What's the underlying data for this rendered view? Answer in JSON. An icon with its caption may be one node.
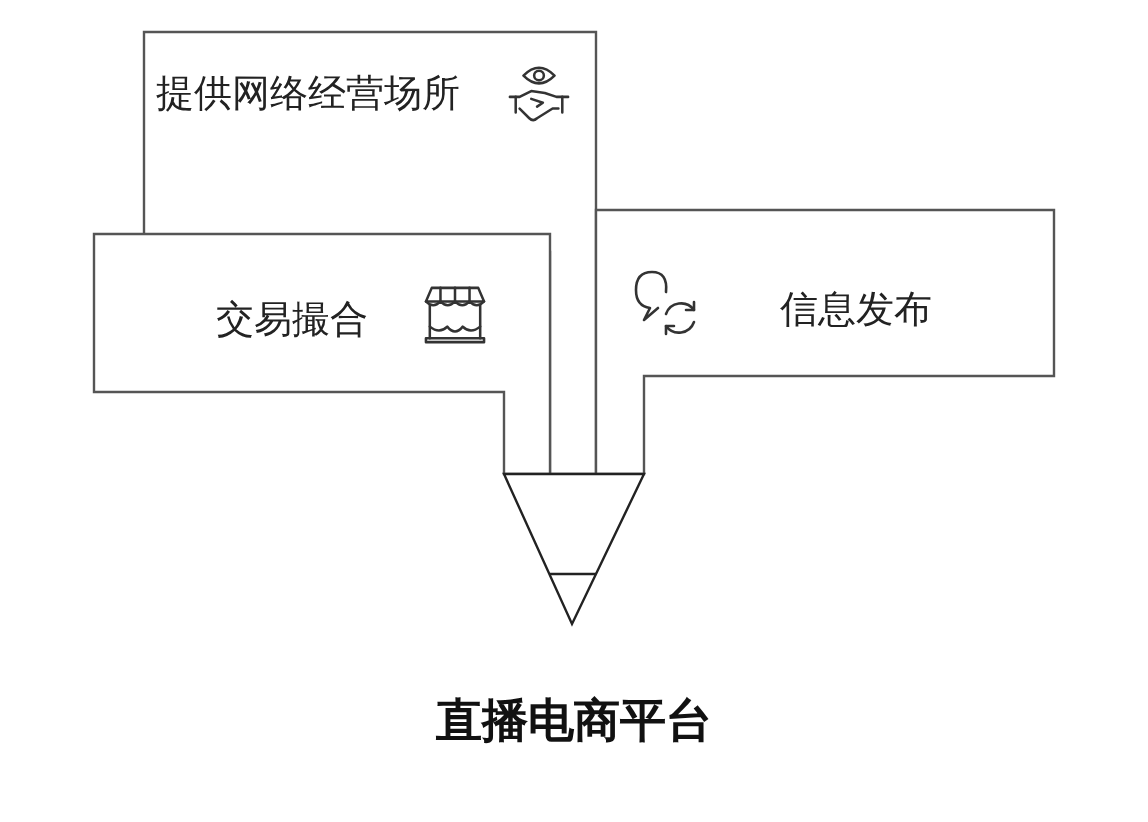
{
  "diagram": {
    "title": "直播电商平台",
    "nodes": [
      {
        "text": [
          "提供网络经营场所"
        ]
      },
      {
        "text": [
          "交易撮合"
        ]
      },
      {
        "text": [
          "信息发布"
        ]
      }
    ]
  }
}
